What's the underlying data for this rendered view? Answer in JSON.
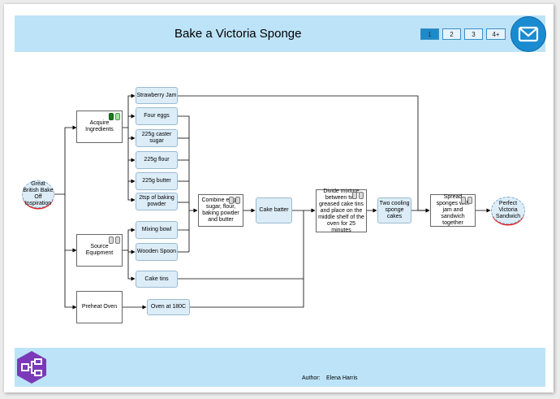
{
  "header": {
    "title": "Bake a Victoria Sponge",
    "pages": [
      "1",
      "2",
      "3",
      "4+"
    ]
  },
  "footer": {
    "author_label": "Author:",
    "author_name": "Elena Harris"
  },
  "nodes": {
    "start": "Great British Bake Off Inspiration",
    "acquire": "Acquire Ingredients",
    "jam": "Strawberry Jam",
    "eggs": "Four eggs",
    "sugar": "225g caster sugar",
    "flour": "225g flour",
    "butter": "225g butter",
    "powder": "2tsp of baking powder",
    "source": "Source Equipment",
    "bowl": "Mixing bowl",
    "spoon": "Wooden Spoon",
    "tins": "Cake tins",
    "preheat": "Preheat Oven",
    "oven": "Oven at 180C",
    "combine": "Combine eggs, sugar, flour, baking powder and butter",
    "batter": "Cake batter",
    "divide": "Divide mixture between two greased cake tins and place on the middle shelf of the oven for 25 minutes",
    "cooling": "Two cooling sponge cakes",
    "spread": "Spread sponges with jam and sandwich together",
    "end": "Perfect Victoria Sandwich"
  },
  "colors": {
    "header_bg": "#bde3f8",
    "accent": "#1a8bd0",
    "node_fill": "#dcedf8",
    "logo": "#7a3ab8"
  },
  "icons": [
    "envelope-icon",
    "process-map-logo-icon"
  ]
}
